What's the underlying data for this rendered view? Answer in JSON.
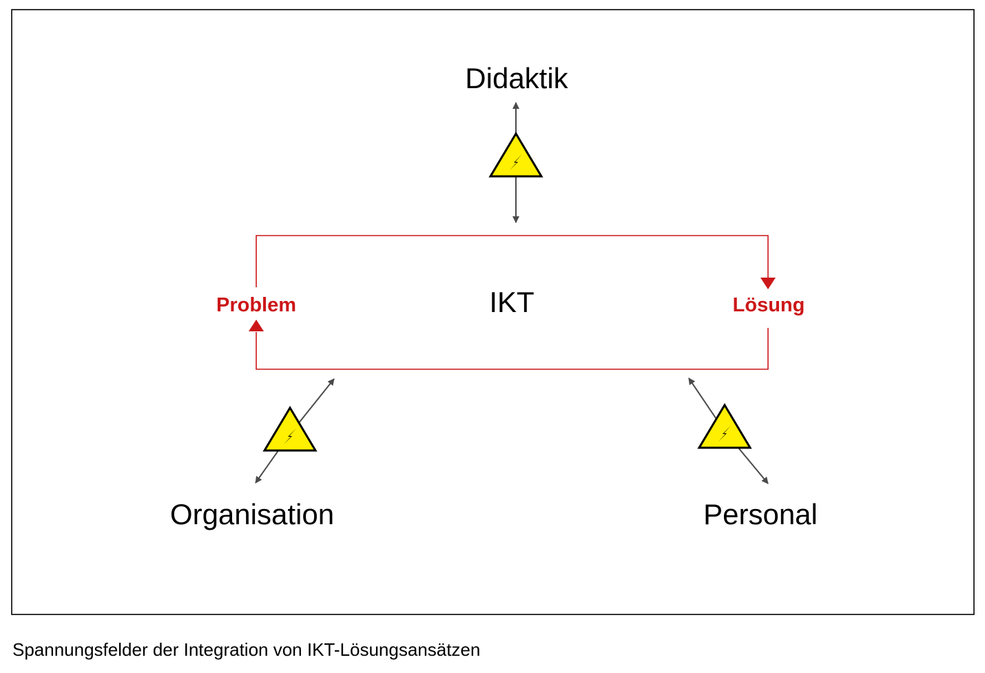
{
  "diagram": {
    "nodes": {
      "top": "Didaktik",
      "center": "IKT",
      "bottom_left": "Organisation",
      "bottom_right": "Personal"
    },
    "loop": {
      "left_label": "Problem",
      "right_label": "Lösung"
    },
    "caption": "Spannungsfelder der Integration von IKT-Lösungsansätzen"
  },
  "colors": {
    "frame": "#000000",
    "loop": "#cc1719",
    "arrow": "#4a4a4a",
    "warning_fill": "#ffef00",
    "warning_stroke": "#000000",
    "text": "#000000"
  },
  "icons": {
    "tension_marker": "high-voltage-warning-icon",
    "connector": "double-headed-arrow"
  }
}
